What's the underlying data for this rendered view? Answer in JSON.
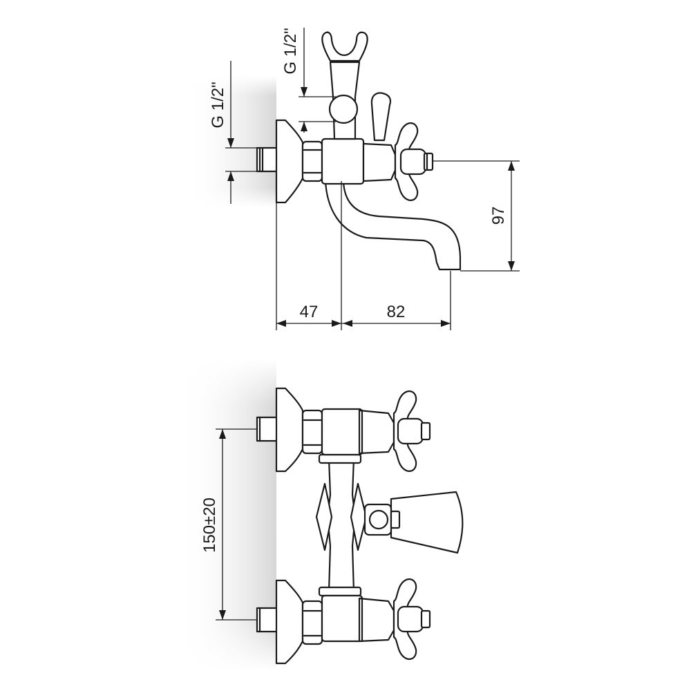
{
  "dimensions": {
    "inlet_thread_left": "G 1/2\"",
    "shower_thread_top": "G 1/2\"",
    "spout_drop": "97",
    "wall_to_center": "47",
    "center_to_spout": "82",
    "inlet_spacing": "150±20"
  }
}
